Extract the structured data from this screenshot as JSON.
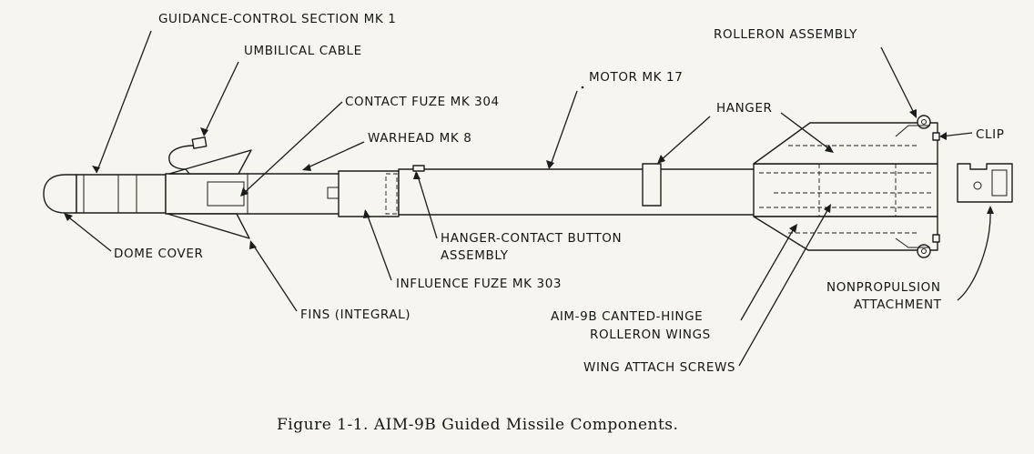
{
  "labels": {
    "guidance_control": "GUIDANCE-CONTROL SECTION MK 1",
    "umbilical_cable": "UMBILICAL CABLE",
    "contact_fuze": "CONTACT FUZE MK 304",
    "warhead": "WARHEAD MK 8",
    "motor": "MOTOR MK 17",
    "hanger": "HANGER",
    "rolleron_assembly": "ROLLERON ASSEMBLY",
    "clip": "CLIP",
    "dome_cover": "DOME COVER",
    "hanger_contact_button_1": "HANGER-CONTACT BUTTON",
    "hanger_contact_button_2": "ASSEMBLY",
    "influence_fuze": "INFLUENCE FUZE MK 303",
    "fins": "FINS (INTEGRAL)",
    "nonpropulsion_1": "NONPROPULSION",
    "nonpropulsion_2": "ATTACHMENT",
    "canted_hinge_1": "AIM-9B CANTED-HINGE",
    "canted_hinge_2": "ROLLERON WINGS",
    "wing_attach_screws": "WING ATTACH SCREWS"
  },
  "caption": "Figure 1-1.  AIM-9B Guided Missile Components."
}
